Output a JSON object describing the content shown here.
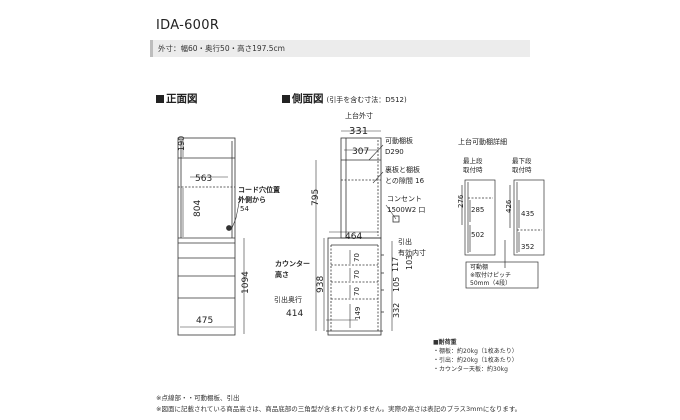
{
  "model": "IDA-600R",
  "dimensions": "外寸：幅60・奥行50・高さ197.5cm",
  "front": {
    "title": "正面図",
    "dims": {
      "d190": "190",
      "d563": "563",
      "d804": "804",
      "d1094": "1094",
      "d475": "475"
    },
    "cord_label_1": "コード穴位置",
    "cord_label_2": "外側から",
    "cord_value": "54"
  },
  "side": {
    "title": "側面図",
    "subtitle": "(引手を含む寸法：D512)",
    "upper_outer": "上台外寸",
    "d331": "331",
    "d307": "307",
    "shelf_1": "可動棚板",
    "shelf_2": "D290",
    "gap_1": "裏板と棚板",
    "gap_2": "との隙間 16",
    "outlet_1": "コンセント",
    "outlet_2": "1500W2 口",
    "d795": "795",
    "d464": "464",
    "drawer_1": "引出",
    "drawer_2": "有効内寸",
    "counter_1": "カウンター",
    "counter_2": "高さ",
    "d938": "938",
    "d103": "103",
    "d117": "117",
    "d105": "105",
    "d332": "332",
    "d70a": "70",
    "d70b": "70",
    "d70c": "70",
    "d149": "149",
    "draw_depth": "引出奥行",
    "d414": "414"
  },
  "detail": {
    "title": "上台可動棚詳細",
    "top_1": "最上段",
    "top_2": "取付時",
    "bottom_1": "最下段",
    "bottom_2": "取付時",
    "d276": "276",
    "d285": "285",
    "d502": "502",
    "d426": "426",
    "d435": "435",
    "d352": "352",
    "pitch_1": "可動棚",
    "pitch_2": "※取付けピッチ",
    "pitch_3": "50mm（4段）"
  },
  "load": {
    "title": "■耐荷重",
    "items": [
      "・棚板：約20kg（1枚あたり）",
      "・引出：約20kg（1枚あたり）",
      "・カウンター天板：約30kg"
    ]
  },
  "footnotes": [
    "※点線部・・可動棚板、引出",
    "※図面に記載されている商品高さは、商品底部の三角型が含まれておりません。実際の高さは表記のプラス3mmになります。"
  ]
}
